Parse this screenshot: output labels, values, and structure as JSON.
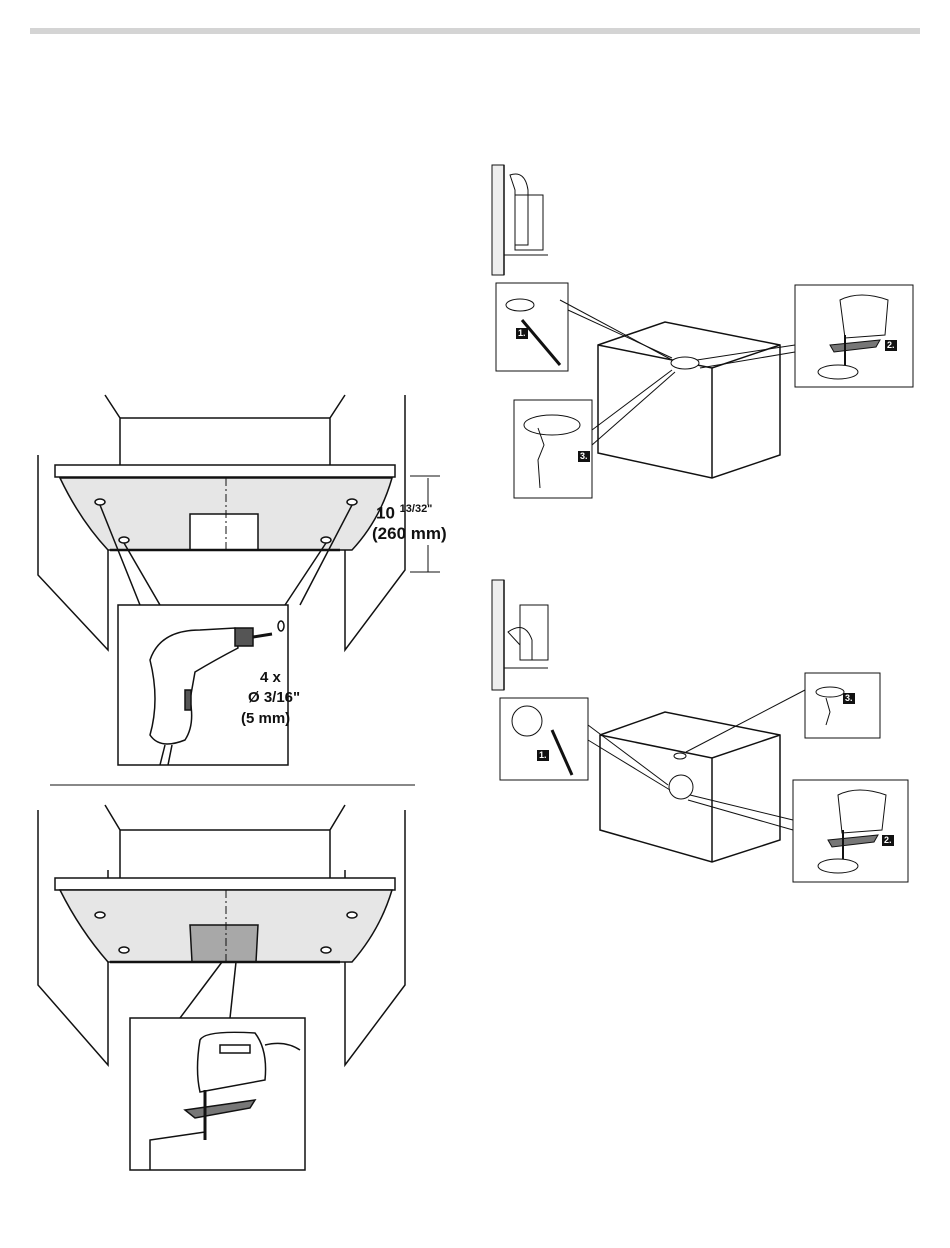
{
  "figure_top_left": {
    "dimension": {
      "whole": "10",
      "fraction": "13/32\"",
      "metric": "(260 mm)"
    },
    "drill": {
      "quantity": "4 x",
      "diameter": "Ø 3/16\"",
      "metric": "(5 mm)"
    }
  },
  "figure_top_right": {
    "steps": [
      "1.",
      "2.",
      "3."
    ]
  },
  "figure_bottom_right": {
    "steps": [
      "1.",
      "2.",
      "3."
    ]
  },
  "colors": {
    "rule": "#d4d4d4",
    "panel": "#e6e6e6",
    "cutout": "#a8a8a8",
    "line": "#111111"
  }
}
